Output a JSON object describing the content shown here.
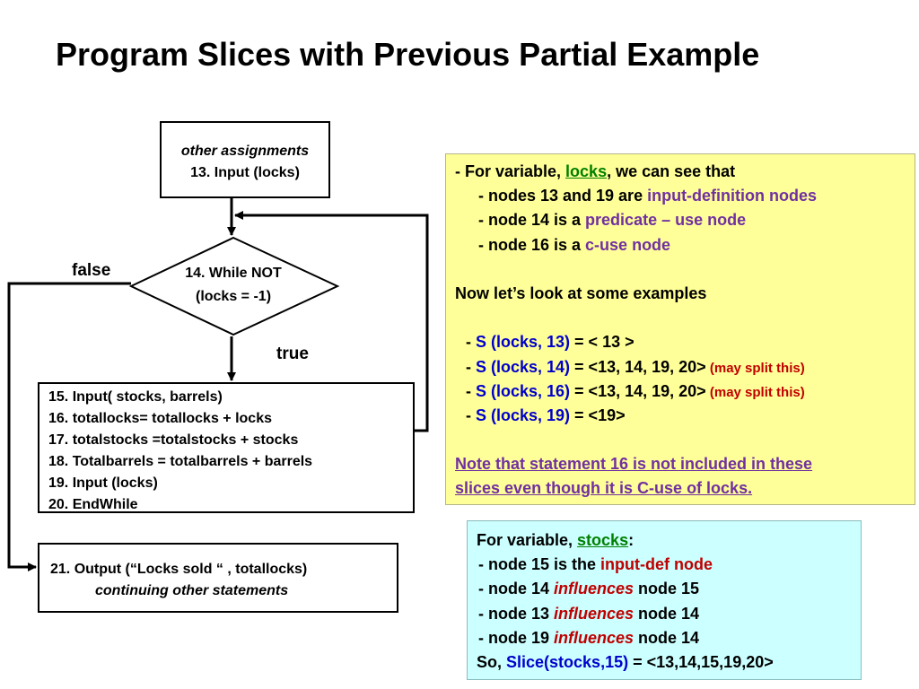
{
  "title": "Program Slices with Previous Partial Example",
  "flowchart": {
    "top_box": {
      "line1": "other assignments",
      "line2": "13. Input (locks)"
    },
    "diamond": {
      "line1": "14. While NOT",
      "line2": "(locks = -1)"
    },
    "label_false": "false",
    "label_true": "true",
    "loop_box": {
      "lines": [
        "15. Input( stocks, barrels)",
        "16. totallocks= totallocks + locks",
        "17. totalstocks =totalstocks + stocks",
        "18. Totalbarrels = totalbarrels + barrels",
        "19. Input (locks)",
        "20. EndWhile"
      ]
    },
    "output_box": {
      "line1": "21. Output (“Locks sold “ , totallocks)",
      "line2": "continuing other  statements"
    }
  },
  "locks_panel": {
    "intro_prefix": "- For variable, ",
    "intro_var": "locks",
    "intro_suffix": ", we can see that",
    "n1_prefix": "- nodes 13 and 19 are ",
    "n1_hl": "input-definition nodes",
    "n2_prefix": "- node 14 is a ",
    "n2_hl": "predicate – use node",
    "n3_prefix": "- node 16 is a ",
    "n3_hl": "c-use node",
    "examples_heading": "Now let’s look at some examples",
    "slices": [
      {
        "dash": "- ",
        "name": "S (locks, 13)",
        "value": " = < 13 >",
        "note": ""
      },
      {
        "dash": "- ",
        "name": "S (locks, 14)",
        "value": " = <13, 14, 19, 20>",
        "note": " (may split this)"
      },
      {
        "dash": "- ",
        "name": "S (locks, 16)",
        "value": " = <13, 14, 19, 20>",
        "note": " (may split this)"
      },
      {
        "dash": "- ",
        "name": "S (locks, 19)",
        "value": " = <19>",
        "note": ""
      }
    ],
    "note_line1": "Note that statement 16 is not included in these",
    "note_line2": "slices even though it is C-use of locks. "
  },
  "stocks_panel": {
    "intro_prefix": "For variable, ",
    "intro_var": "stocks",
    "intro_suffix": ":",
    "l1_prefix": " - node 15 is the ",
    "l1_hl": "input-def node",
    "l2_prefix": " - node 14 ",
    "l2_hl": "influences",
    "l2_suffix": " node 15",
    "l3_prefix": " - node 13 ",
    "l3_hl": "influences",
    "l3_suffix": " node 14",
    "l4_prefix": " - node 19 ",
    "l4_hl": "influences",
    "l4_suffix": " node 14",
    "so_prefix": "So, ",
    "so_slice": "Slice(stocks,15)",
    "so_suffix": " = <13,14,15,19,20>"
  },
  "colors": {
    "green": "#008000",
    "purple": "#7030a0",
    "blue": "#0000cc",
    "red": "#c00000",
    "yellow_panel": "#ffff99",
    "cyan_panel": "#ccffff"
  }
}
